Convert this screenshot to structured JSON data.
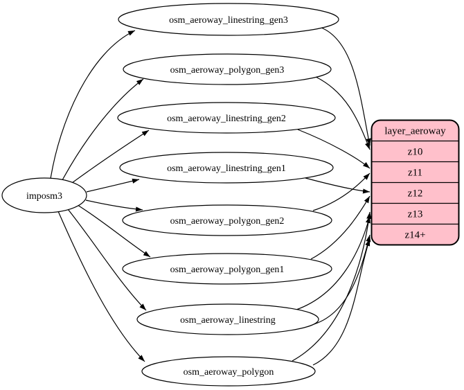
{
  "diagram": {
    "type": "graphviz-etl-graph",
    "source_node": {
      "id": "imposm3",
      "label": "imposm3"
    },
    "table_nodes": [
      {
        "id": "osm_aeroway_linestring_gen3",
        "label": "osm_aeroway_linestring_gen3"
      },
      {
        "id": "osm_aeroway_polygon_gen3",
        "label": "osm_aeroway_polygon_gen3"
      },
      {
        "id": "osm_aeroway_linestring_gen2",
        "label": "osm_aeroway_linestring_gen2"
      },
      {
        "id": "osm_aeroway_linestring_gen1",
        "label": "osm_aeroway_linestring_gen1"
      },
      {
        "id": "osm_aeroway_polygon_gen2",
        "label": "osm_aeroway_polygon_gen2"
      },
      {
        "id": "osm_aeroway_polygon_gen1",
        "label": "osm_aeroway_polygon_gen1"
      },
      {
        "id": "osm_aeroway_linestring",
        "label": "osm_aeroway_linestring"
      },
      {
        "id": "osm_aeroway_polygon",
        "label": "osm_aeroway_polygon"
      }
    ],
    "layer_node": {
      "id": "layer_aeroway",
      "title": "layer_aeroway",
      "rows": [
        "z10",
        "z11",
        "z12",
        "z13",
        "z14+"
      ],
      "fill_color": "#ffc0cb"
    },
    "edges": [
      {
        "from": "imposm3",
        "to": "osm_aeroway_linestring_gen3"
      },
      {
        "from": "imposm3",
        "to": "osm_aeroway_polygon_gen3"
      },
      {
        "from": "imposm3",
        "to": "osm_aeroway_linestring_gen2"
      },
      {
        "from": "imposm3",
        "to": "osm_aeroway_linestring_gen1"
      },
      {
        "from": "imposm3",
        "to": "osm_aeroway_polygon_gen2"
      },
      {
        "from": "imposm3",
        "to": "osm_aeroway_polygon_gen1"
      },
      {
        "from": "imposm3",
        "to": "osm_aeroway_linestring"
      },
      {
        "from": "imposm3",
        "to": "osm_aeroway_polygon"
      },
      {
        "from": "osm_aeroway_linestring_gen3",
        "to": "z10"
      },
      {
        "from": "osm_aeroway_polygon_gen3",
        "to": "z10"
      },
      {
        "from": "osm_aeroway_linestring_gen2",
        "to": "z11"
      },
      {
        "from": "osm_aeroway_polygon_gen2",
        "to": "z11"
      },
      {
        "from": "osm_aeroway_linestring_gen1",
        "to": "z12"
      },
      {
        "from": "osm_aeroway_polygon_gen1",
        "to": "z12"
      },
      {
        "from": "osm_aeroway_linestring",
        "to": "z13"
      },
      {
        "from": "osm_aeroway_polygon",
        "to": "z13"
      },
      {
        "from": "osm_aeroway_linestring",
        "to": "z14+"
      },
      {
        "from": "osm_aeroway_polygon",
        "to": "z14+"
      }
    ],
    "colors": {
      "node_fill": "#ffffff",
      "edge": "#000000",
      "layer_fill": "#ffc0cb",
      "text": "#000000",
      "background": "#ffffff"
    }
  }
}
